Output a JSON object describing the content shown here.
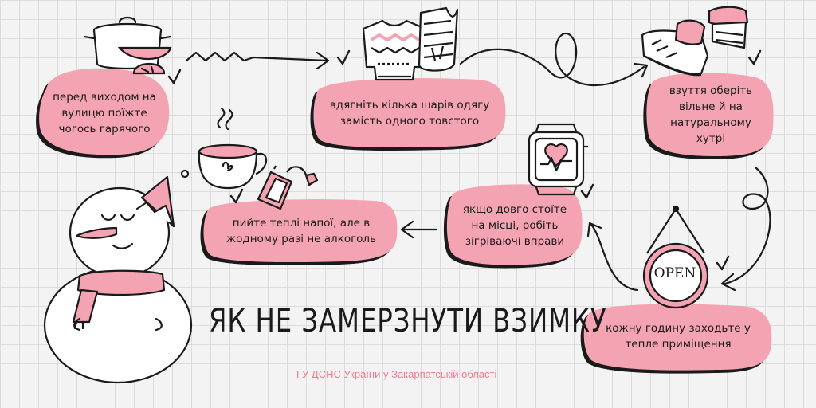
{
  "title": "ЯК НЕ ЗАМЕРЗНУТИ ВЗИМКУ",
  "organization": "ГУ ДСНС України у Закарпатській області",
  "tips": [
    "перед виходом на вулицю поїжте чогось гарячого",
    "вдягніть кілька шарів одягу замість одного товстого",
    "взуття оберіть вільне й на натуральному хутрі",
    "кожну годину заходьте у тепле приміщення",
    "якщо довго стоїте на місці, робіть зігріваючі вправи",
    "пийте теплі напої, але в жодному разі не алкоголь"
  ],
  "sign_text": "OPEN",
  "colors": {
    "accent": "#f4a3b2",
    "ink": "#1a1a1a",
    "org_text": "#ef7b8e",
    "grid": "#dcdcdc"
  },
  "icons": [
    "pot-icon",
    "sweater-icon",
    "vest-icon",
    "boot-icon",
    "open-sign-icon",
    "smartwatch-icon",
    "tea-cup-icon",
    "tea-bag-icon",
    "snowman-icon",
    "checkmark-icon",
    "arrow-icon"
  ]
}
